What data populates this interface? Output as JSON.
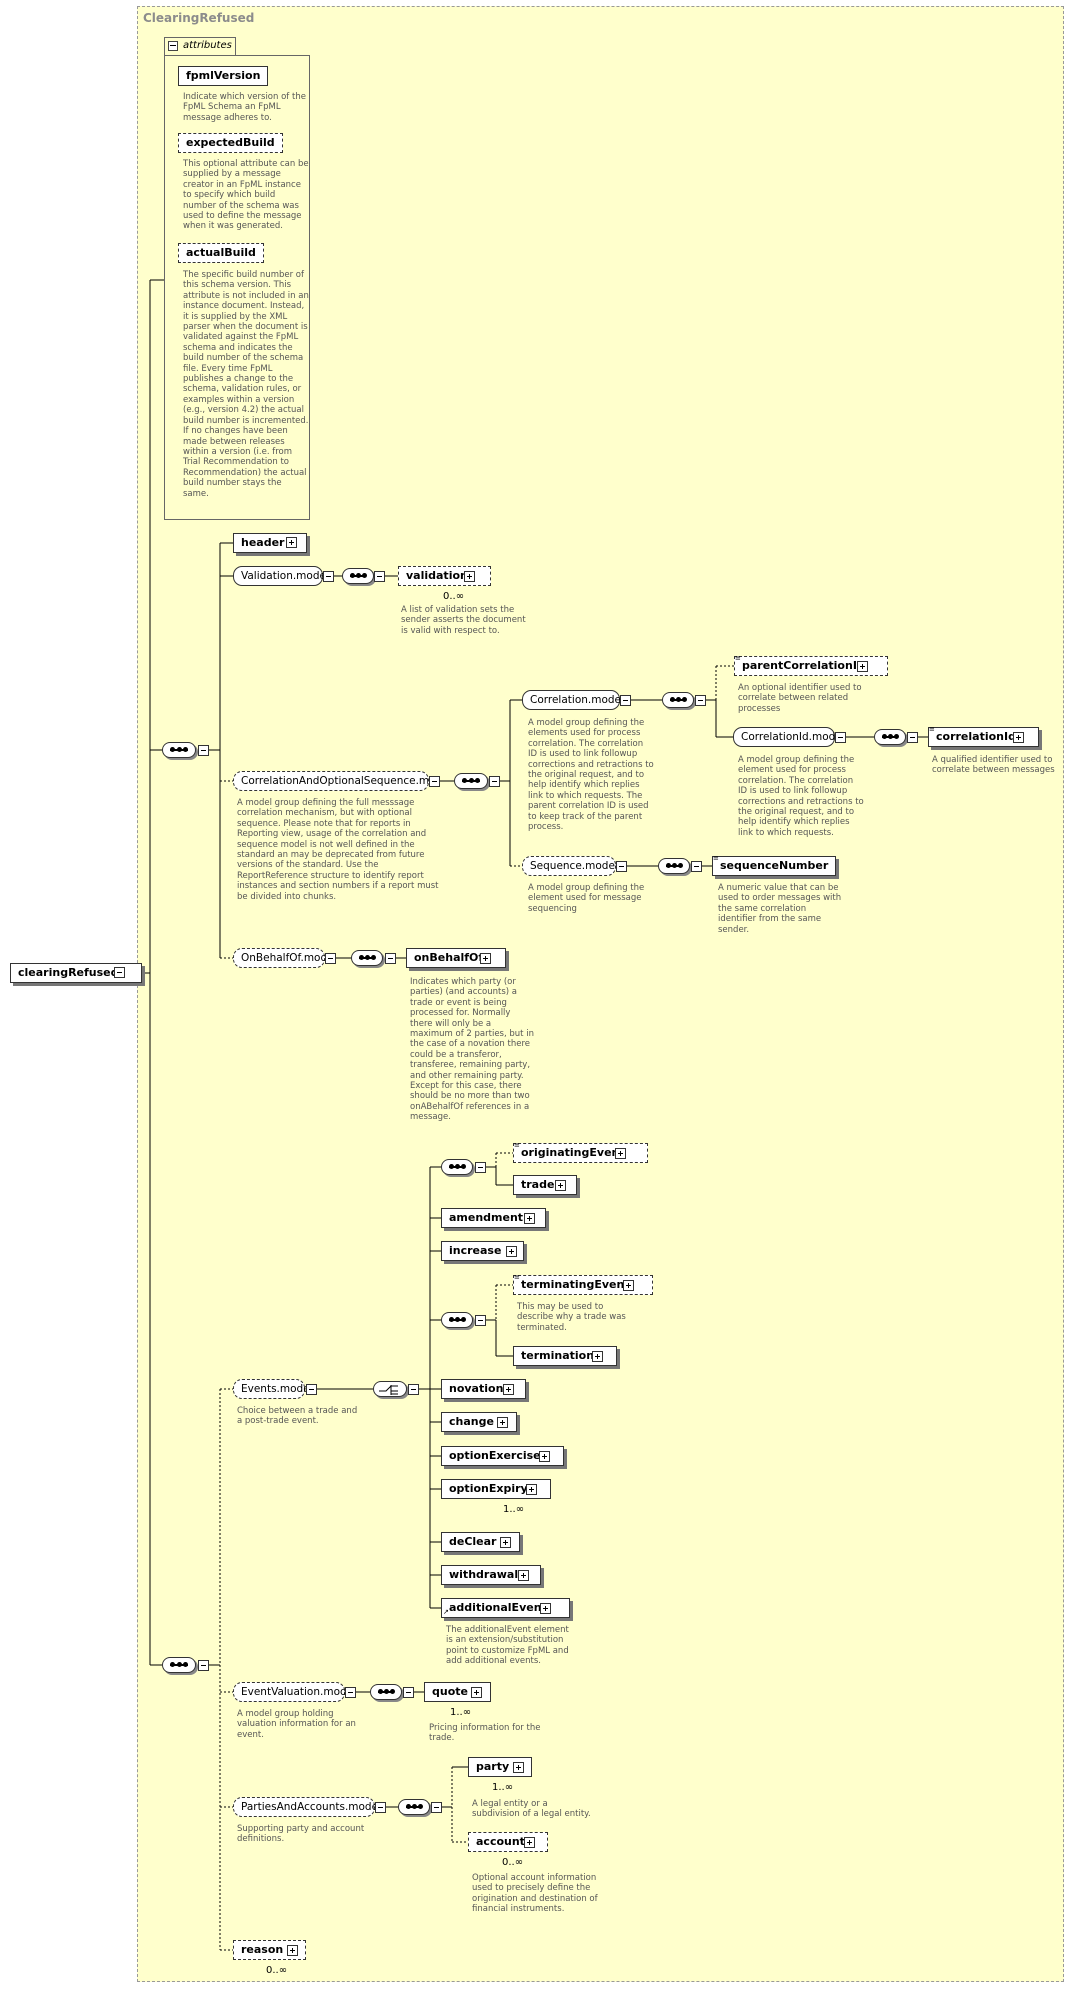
{
  "frame": {
    "title": "ClearingRefused"
  },
  "root": {
    "label": "clearingRefused"
  },
  "attributes": {
    "tab_label": "attributes",
    "items": [
      {
        "name": "fpmlVersion",
        "desc": "Indicate which version of the\nFpML Schema an FpML\nmessage adheres to."
      },
      {
        "name": "expectedBuild",
        "desc": "This optional attribute can be\nsupplied by a message\ncreator in an FpML instance\nto specify which build\nnumber of the schema was\nused to define the message\nwhen it was generated."
      },
      {
        "name": "actualBuild",
        "desc": "The specific build number of\nthis schema version. This\nattribute is not included in an\ninstance document. Instead,\nit is supplied by the XML\nparser when the document is\nvalidated against the FpML\nschema and indicates the\nbuild number of the schema\nfile. Every time FpML\npublishes a change to the\nschema, validation rules, or\nexamples within a version\n(e.g., version 4.2) the actual\nbuild number is incremented.\nIf no changes have been\nmade between releases\nwithin a version (i.e. from\nTrial Recommendation to\nRecommendation) the actual\nbuild number stays the\nsame."
      }
    ]
  },
  "nodes": {
    "header": "header",
    "validation_model": "Validation.model",
    "validation": "validation",
    "validation_card": "0..∞",
    "validation_desc": "A list of validation sets the\nsender asserts the document\nis valid with respect to.",
    "cos_model": "CorrelationAndOptionalSequence.mo...",
    "cos_desc": "A model group defining the full messsage\ncorrelation mechanism, but with optional\nsequence. Please note that for reports in\nReporting view, usage of the correlation and\nsequence model is not well defined in the\nstandard an may be deprecated from future\nversions of the standard. Use the\nReportReference structure to identify report\ninstances and section numbers if a report must\nbe divided into chunks.",
    "correlation_model": "Correlation.model",
    "correlation_desc": "A model group defining the\nelements used for process\ncorrelation. The correlation\nID is used to link followup\ncorrections and retractions to\nthe original request, and to\nhelp identify which replies\nlink to which requests. The\nparent correlation ID is used\nto keep track of the parent\nprocess.",
    "parent_correlation_id": "parentCorrelationId",
    "parent_correlation_desc": "An optional identifier used to\ncorrelate between related\nprocesses",
    "correlation_id_model": "CorrelationId.model",
    "correlation_id_model_desc": "A model group defining the\nelement used for process\ncorrelation. The correlation\nID is used to link followup\ncorrections and retractions to\nthe original request, and to\nhelp identify which replies\nlink to which requests.",
    "correlation_id": "correlationId",
    "correlation_id_desc": "A qualified identifier used to\ncorrelate between messages",
    "sequence_model": "Sequence.model",
    "sequence_model_desc": "A model group defining the\nelement used for message\nsequencing",
    "sequence_number": "sequenceNumber",
    "sequence_number_desc": "A numeric value that can be\nused to order messages with\nthe same correlation\nidentifier from the same\nsender.",
    "on_behalf_of_model": "OnBehalfOf.model",
    "on_behalf_of": "onBehalfOf",
    "on_behalf_of_desc": "Indicates which party (or\nparties) (and accounts) a\ntrade or event is being\nprocessed for. Normally\nthere will only be a\nmaximum of 2 parties, but in\nthe case of a novation there\ncould be a transferor,\ntransferee, remaining party,\nand other remaining party.\nExcept for this case, there\nshould be no more than two\nonABehalfOf references in a\nmessage.",
    "events_model": "Events.model",
    "events_model_desc": "Choice between a trade and\na post-trade event.",
    "originating_event": "originatingEvent",
    "trade": "trade",
    "amendment": "amendment",
    "increase": "increase",
    "terminating_event": "terminatingEvent",
    "terminating_event_desc": "This may be used to\ndescribe why a trade was\nterminated.",
    "termination": "termination",
    "novation": "novation",
    "change": "change",
    "option_exercise": "optionExercise",
    "option_expiry": "optionExpiry",
    "option_expiry_card": "1..∞",
    "de_clear": "deClear",
    "withdrawal": "withdrawal",
    "additional_event": "additionalEvent",
    "additional_event_desc": "The additionalEvent element\nis an extension/substitution\npoint to customize FpML and\nadd additional events.",
    "event_valuation_model": "EventValuation.model",
    "event_valuation_desc": "A model group holding\nvaluation information for an\nevent.",
    "quote": "quote",
    "quote_card": "1..∞",
    "quote_desc": "Pricing information for the\ntrade.",
    "parties_model": "PartiesAndAccounts.model",
    "parties_desc": "Supporting party and account\ndefinitions.",
    "party": "party",
    "party_card": "1..∞",
    "party_desc": "A legal entity or a\nsubdivision of a legal entity.",
    "account": "account",
    "account_card": "0..∞",
    "account_desc": "Optional account information\nused to precisely define the\norigination and destination of\nfinancial instruments.",
    "reason": "reason",
    "reason_card": "0..∞"
  }
}
